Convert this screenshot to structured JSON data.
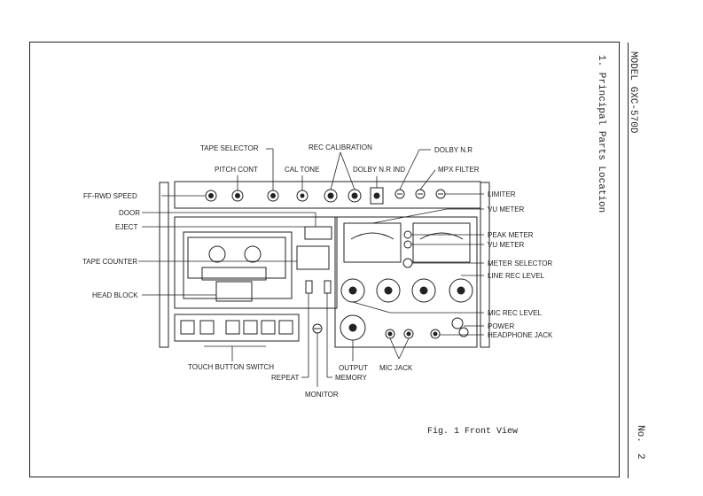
{
  "page": {
    "model": "MODEL GXC-570D",
    "section": "1. Principal Parts Location",
    "page_no_label": "No.",
    "page_no": "2",
    "caption": "Fig. 1 Front View"
  },
  "labels": {
    "tape_selector": "TAPE SELECTOR",
    "rec_calibration": "REC CALIBRATION",
    "dolby_nr": "DOLBY N.R",
    "pitch_cont": "PITCH CONT",
    "cal_tone": "CAL TONE",
    "dolby_nr_ind": "DOLBY N.R IND",
    "mpx_filter": "MPX FILTER",
    "ff_rwd_speed": "FF-RWD SPEED",
    "limiter": "LIMITER",
    "door": "DOOR",
    "vu_meter_top": "VU METER",
    "eject": "EJECT",
    "peak_meter": "PEAK METER",
    "vu_meter": "VU METER",
    "tape_counter": "TAPE COUNTER",
    "meter_selector": "METER SELECTOR",
    "line_rec_level": "LINE REC LEVEL",
    "head_block": "HEAD BLOCK",
    "mic_rec_level": "MIC REC LEVEL",
    "power": "POWER",
    "headphone_jack": "HEADPHONE JACK",
    "touch_button_switch": "TOUCH BUTTON SWITCH",
    "output": "OUTPUT",
    "mic_jack": "MIC JACK",
    "repeat": "REPEAT",
    "memory": "MEMORY",
    "monitor": "MONITOR"
  }
}
